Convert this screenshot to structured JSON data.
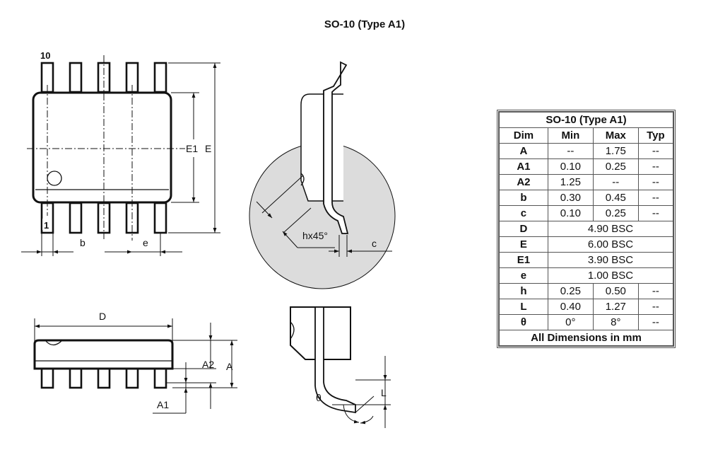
{
  "title": "SO-10 (Type A1)",
  "pin_labels": {
    "first": "1",
    "last": "10"
  },
  "labels": {
    "b": "b",
    "e": "e",
    "E1": "E1",
    "E": "E",
    "hx45": "hx45°",
    "c": "c",
    "D": "D",
    "A2": "A2",
    "A": "A",
    "A1": "A1",
    "theta": "θ",
    "L": "L"
  },
  "table": {
    "caption": "SO-10 (Type A1)",
    "headers": [
      "Dim",
      "Min",
      "Max",
      "Typ"
    ],
    "rows": [
      [
        "A",
        "--",
        "1.75",
        "--"
      ],
      [
        "A1",
        "0.10",
        "0.25",
        "--"
      ],
      [
        "A2",
        "1.25",
        "--",
        "--"
      ],
      [
        "b",
        "0.30",
        "0.45",
        "--"
      ],
      [
        "c",
        "0.10",
        "0.25",
        "--"
      ],
      [
        "D",
        "4.90 BSC"
      ],
      [
        "E",
        "6.00 BSC"
      ],
      [
        "E1",
        "3.90 BSC"
      ],
      [
        "e",
        "1.00 BSC"
      ],
      [
        "h",
        "0.25",
        "0.50",
        "--"
      ],
      [
        "L",
        "0.40",
        "1.27",
        "--"
      ],
      [
        "θ",
        "0°",
        "8°",
        "--"
      ]
    ],
    "footer": "All Dimensions in mm"
  }
}
